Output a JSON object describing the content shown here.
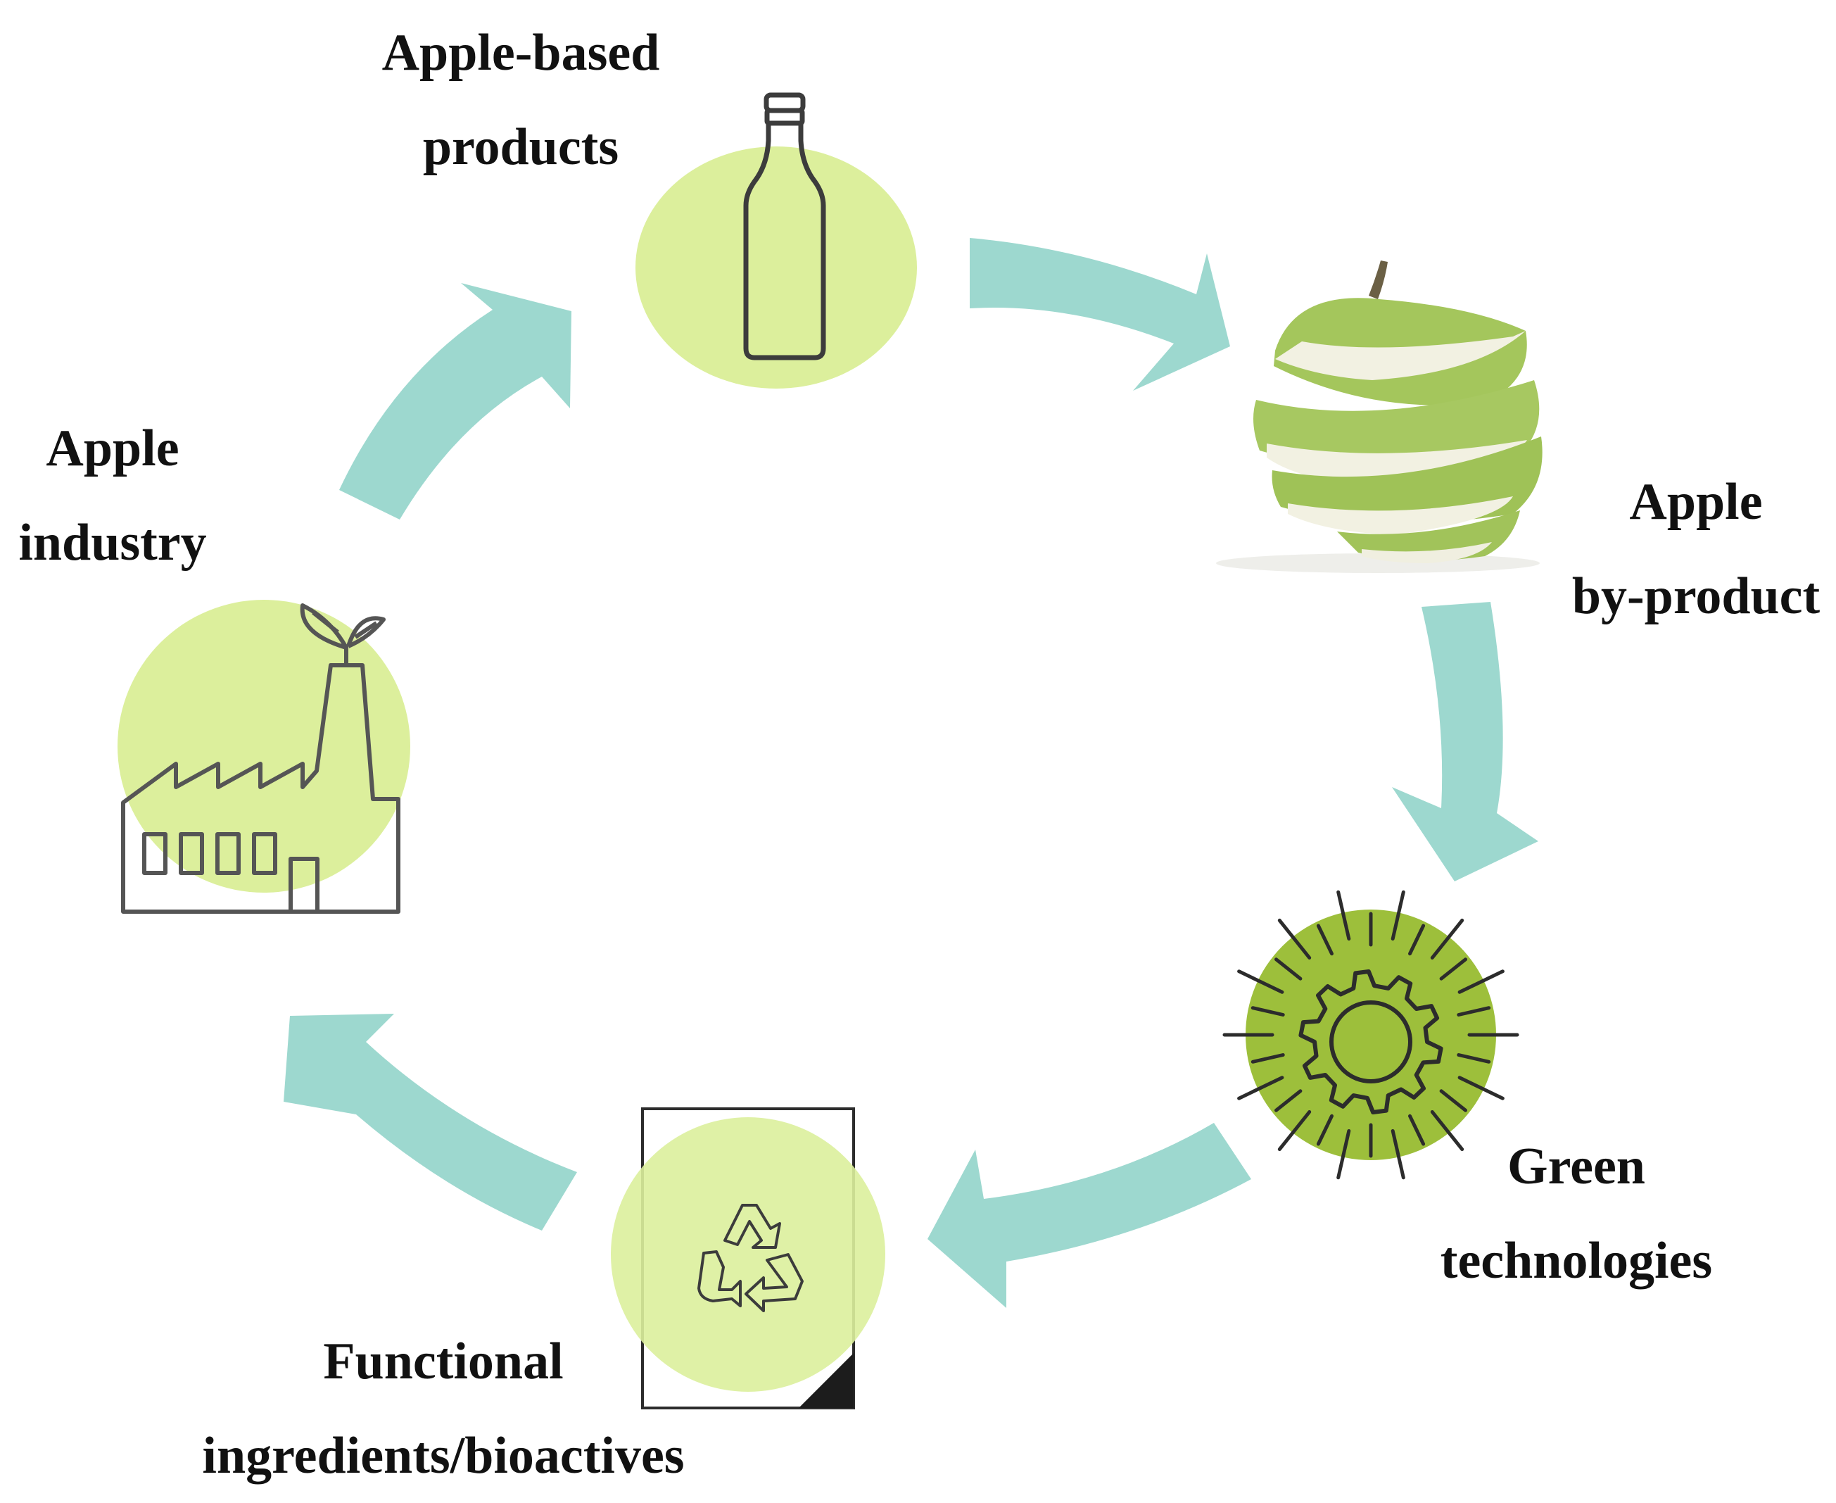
{
  "diagram": {
    "nodes": [
      {
        "id": "products",
        "lines": [
          "Apple-based",
          "products"
        ],
        "icon": "bottle-icon"
      },
      {
        "id": "byproduct",
        "lines": [
          "Apple",
          "by-product"
        ],
        "icon": "peeled-apple-icon"
      },
      {
        "id": "green",
        "lines": [
          "Green",
          "technologies"
        ],
        "icon": "gear-icon"
      },
      {
        "id": "functional",
        "lines": [
          "Functional",
          "ingredients/bioactives"
        ],
        "icon": "recycle-icon"
      },
      {
        "id": "industry",
        "lines": [
          "Apple",
          "industry"
        ],
        "icon": "factory-icon"
      }
    ],
    "flow": [
      "products",
      "byproduct",
      "green",
      "functional",
      "industry",
      "products"
    ],
    "colors": {
      "arrow": "#9dd8cf",
      "circle": "#dcef9c",
      "gear_circle": "#9dbf3b",
      "icon_stroke": "#3c3c3c",
      "apple_skin": "#a4c65c",
      "apple_flesh": "#f2f1e2"
    }
  }
}
